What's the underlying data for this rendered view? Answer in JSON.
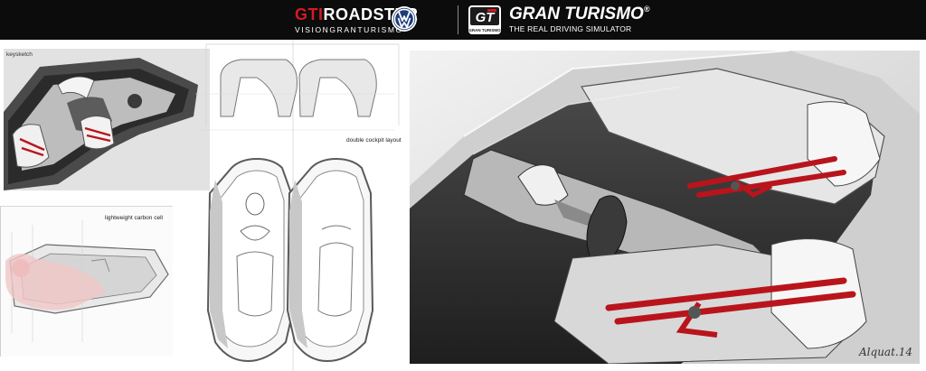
{
  "header": {
    "gti_title_accent": "GTI",
    "gti_title_rest": "ROADSTER",
    "gti_subtitle": "VISIONGRANTURISMO",
    "gt_title": "GRAN TURISMO",
    "gt_registered": "®",
    "gt_subtitle": "THE REAL DRIVING SIMULATOR",
    "gt_logo_text": "GT",
    "gt_logo_caption": "GRAN TURISMO"
  },
  "sketches": {
    "keysketch_label": "keysketch",
    "carbon_label": "lightweight carbon cell",
    "cockpit_label": "double cockpit layout",
    "signature": "Alquat.14"
  },
  "colors": {
    "header_bg": "#0c0c0c",
    "accent_red": "#d31a22",
    "harness_red": "#b9141c",
    "vw_blue": "#1e3c7a"
  },
  "icons": {
    "vw": "vw-logo-icon",
    "gt": "gt-logo-icon"
  }
}
